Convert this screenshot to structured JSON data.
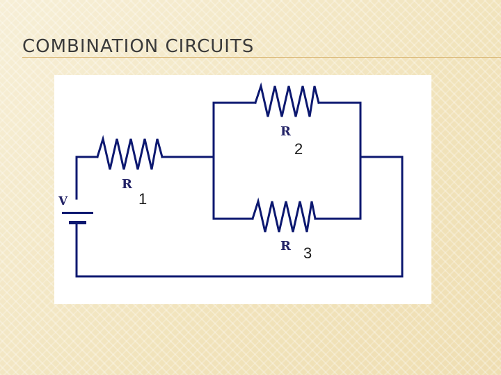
{
  "slide": {
    "title": "COMBINATION CIRCUITS",
    "accent_color": "#d9b470"
  },
  "diagram": {
    "wire_color": "#0c1870",
    "labels": {
      "voltage_source": "V",
      "r1_letter": "R",
      "r1_index": "1",
      "r2_letter": "R",
      "r2_index": "2",
      "r3_letter": "R",
      "r3_index": "3"
    }
  }
}
